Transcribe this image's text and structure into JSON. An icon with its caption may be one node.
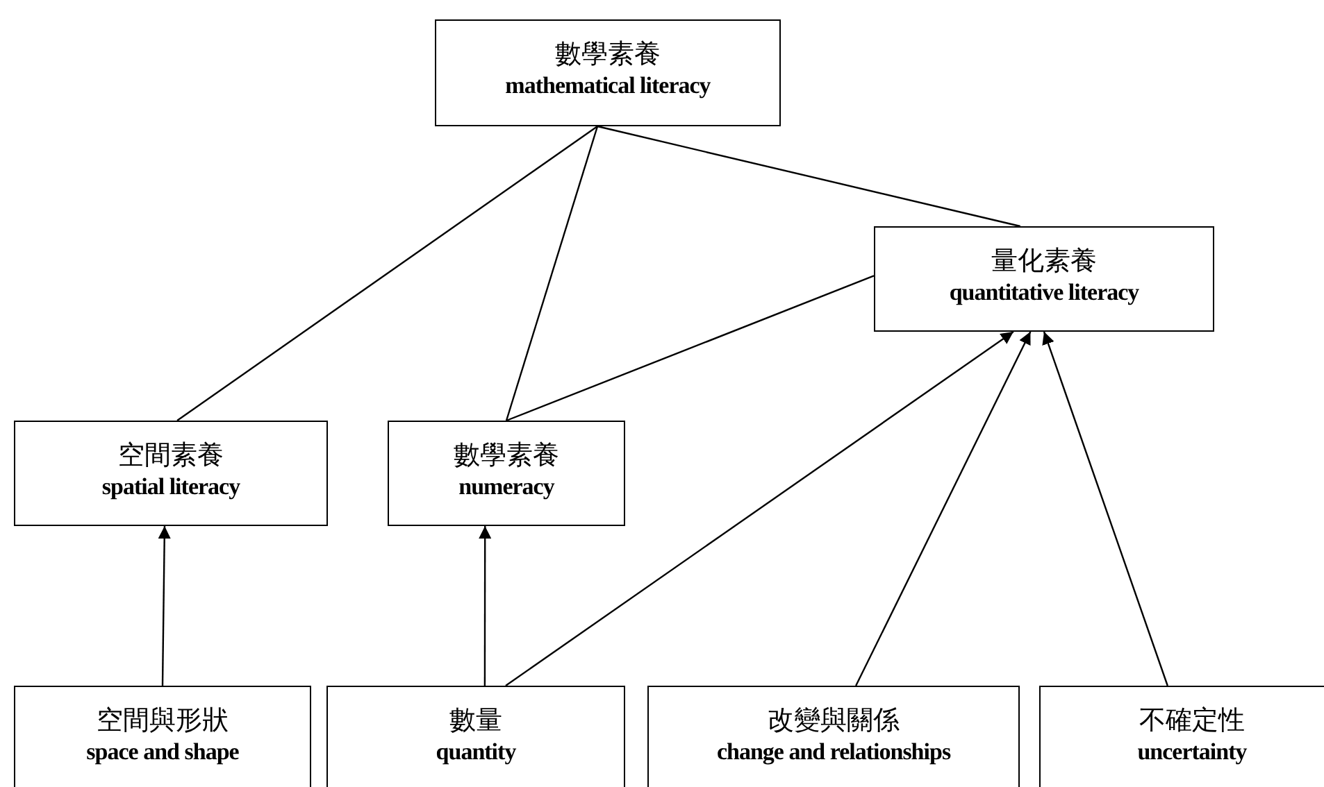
{
  "diagram": {
    "nodes": [
      {
        "text": [
          "數學素養",
          "mathematical literacy"
        ]
      },
      {
        "text": [
          "量化素養",
          "quantitative literacy"
        ]
      },
      {
        "text": [
          "空間素養",
          "spatial literacy"
        ]
      },
      {
        "text": [
          "數學素養",
          "numeracy"
        ]
      },
      {
        "text": [
          "空間與形狀",
          "space and shape"
        ]
      },
      {
        "text": [
          "數量",
          "quantity"
        ]
      },
      {
        "text": [
          "改變與關係",
          "change and relationships"
        ]
      },
      {
        "text": [
          "不確定性",
          "uncertainty"
        ]
      }
    ],
    "edges": [
      {
        "from": 0,
        "to": 2,
        "arrow": "none"
      },
      {
        "from": 0,
        "to": 3,
        "arrow": "none"
      },
      {
        "from": 0,
        "to": 1,
        "arrow": "none"
      },
      {
        "from": 1,
        "to": 3,
        "arrow": "none"
      },
      {
        "from": 4,
        "to": 2,
        "arrow": "to"
      },
      {
        "from": 5,
        "to": 3,
        "arrow": "to"
      },
      {
        "from": 5,
        "to": 1,
        "arrow": "to"
      },
      {
        "from": 6,
        "to": 1,
        "arrow": "to"
      },
      {
        "from": 7,
        "to": 1,
        "arrow": "to"
      }
    ]
  }
}
